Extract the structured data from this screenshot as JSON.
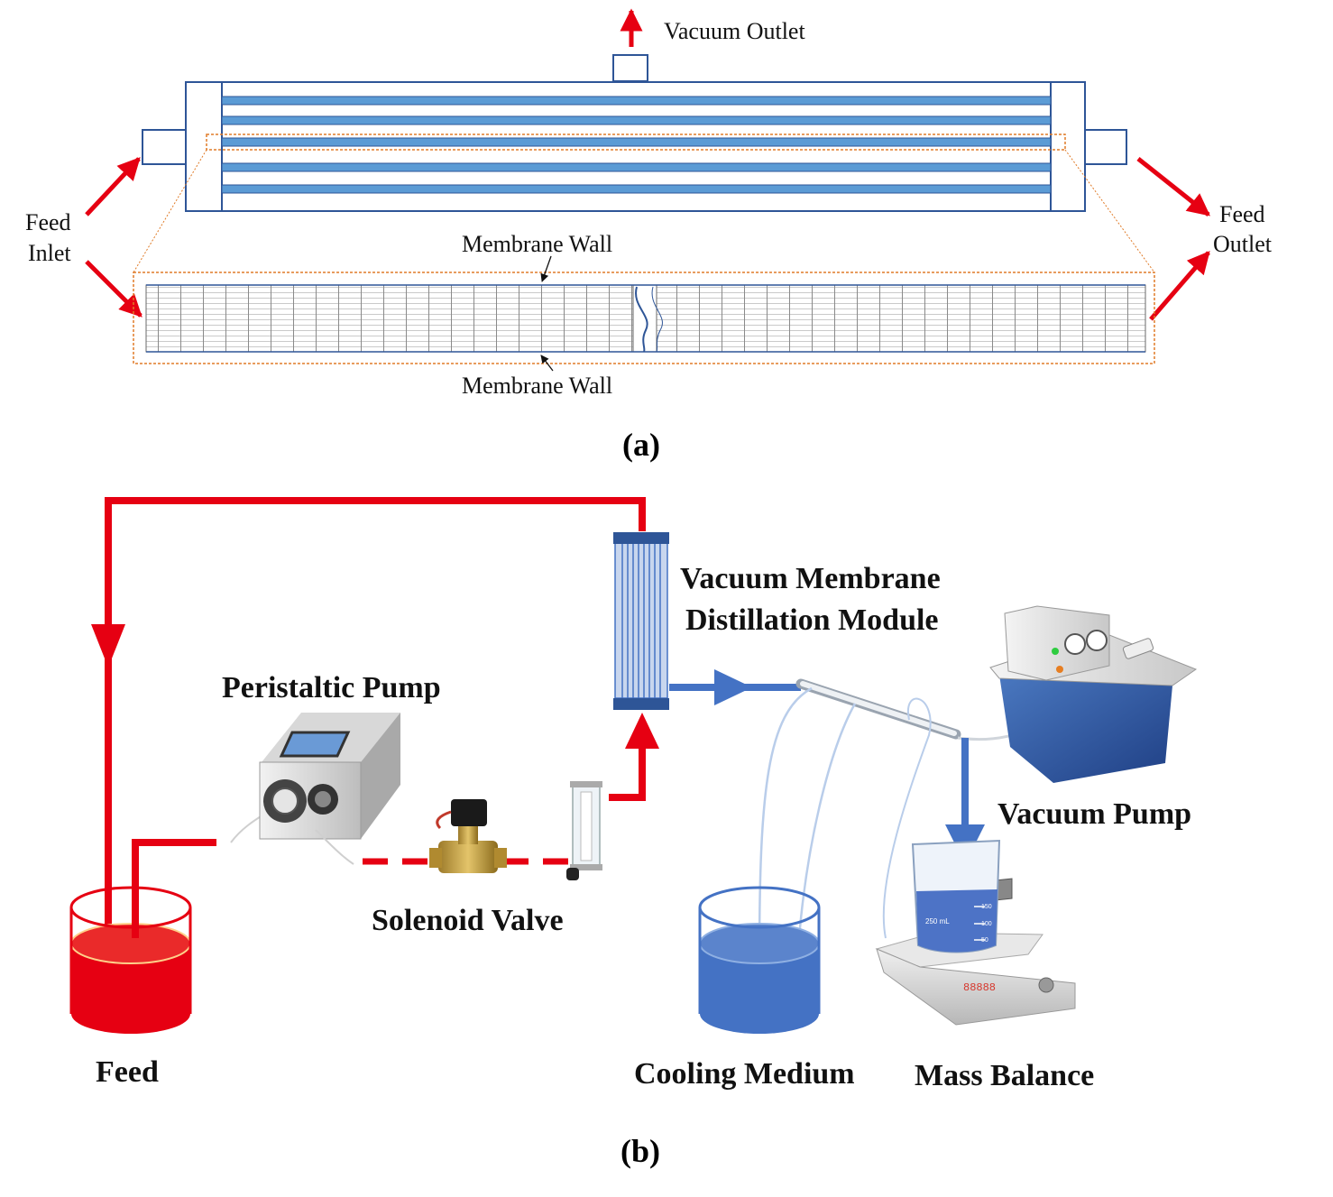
{
  "panel_a": {
    "label": "(a)",
    "vacuum_outlet": "Vacuum Outlet",
    "feed_inlet_line1": "Feed",
    "feed_inlet_line2": "Inlet",
    "feed_outlet_line1": "Feed",
    "feed_outlet_line2": "Outlet",
    "membrane_wall_top": "Membrane Wall",
    "membrane_wall_bottom": "Membrane Wall"
  },
  "panel_b": {
    "label": "(b)",
    "module_line1": "Vacuum Membrane",
    "module_line2": "Distillation Module",
    "peristaltic_pump": "Peristaltic Pump",
    "solenoid_valve": "Solenoid Valve",
    "vacuum_pump": "Vacuum Pump",
    "feed": "Feed",
    "cooling_medium": "Cooling Medium",
    "mass_balance": "Mass Balance",
    "beaker_mark": "250 mL",
    "beaker_ticks": [
      "150",
      "100",
      "50"
    ],
    "balance_display": "88888"
  },
  "colors": {
    "feed_red": "#e60012",
    "permeate_blue": "#4472c4",
    "tube_blue": "#5b9bd5",
    "dotted_orange": "#e07b28"
  }
}
